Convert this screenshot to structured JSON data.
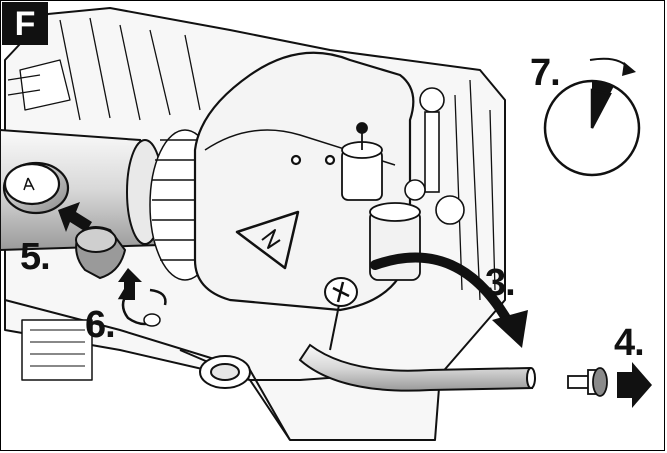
{
  "figure": {
    "label": "F",
    "steps": {
      "s3": "3.",
      "s4": "4.",
      "s5": "5.",
      "s6": "6.",
      "s7": "7."
    },
    "colors": {
      "ink": "#111111",
      "paper": "#ffffff",
      "shade": "#e6e6e6"
    },
    "icons": [
      "warning-triangle-icon",
      "clock-timer-icon",
      "arrow-right-icon",
      "rotate-icon"
    ]
  }
}
